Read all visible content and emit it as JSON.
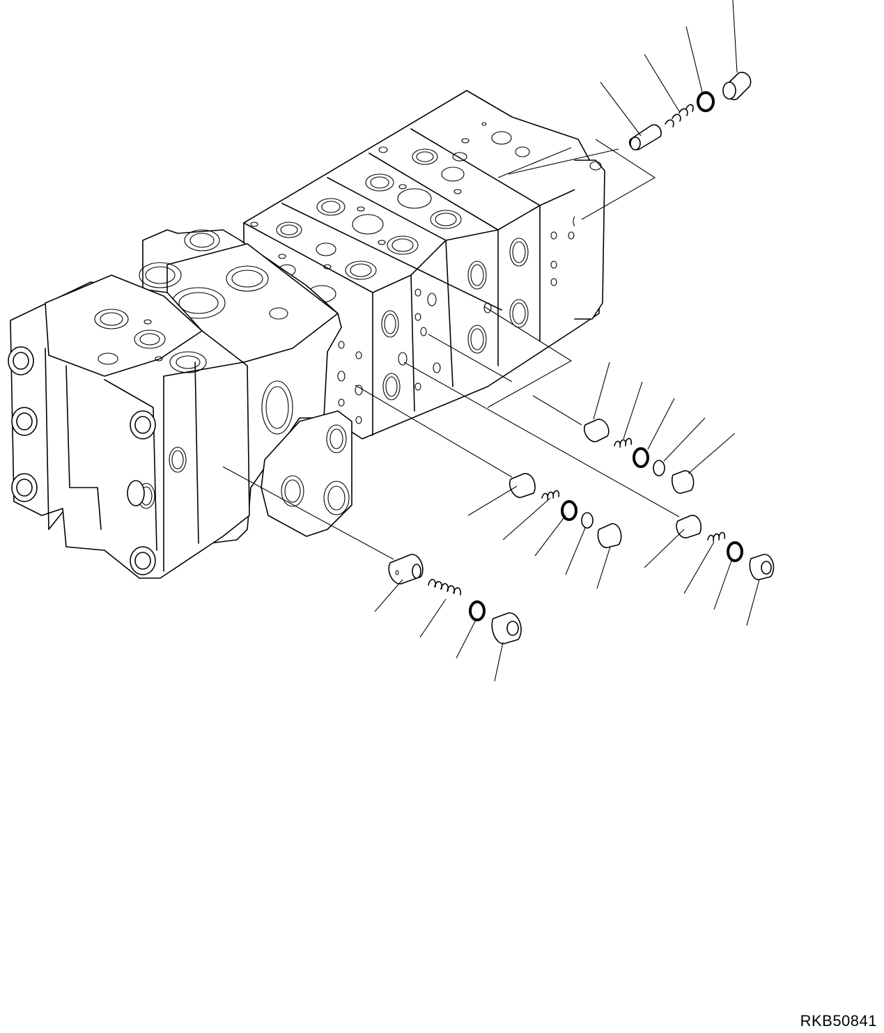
{
  "drawing": {
    "code": "RKB50841",
    "part_groups": [
      {
        "name": "group-top-right",
        "parts": [
          "plug",
          "o-ring",
          "spring",
          "valve"
        ]
      },
      {
        "name": "group-middle-right",
        "parts": [
          "valve",
          "spring",
          "o-ring",
          "backup-ring",
          "plug"
        ]
      },
      {
        "name": "group-center",
        "parts": [
          "valve",
          "spring",
          "o-ring",
          "backup-ring",
          "plug"
        ]
      },
      {
        "name": "group-lower-right",
        "parts": [
          "valve",
          "spring",
          "o-ring",
          "plug"
        ]
      },
      {
        "name": "group-bottom-left",
        "parts": [
          "valve",
          "spring",
          "o-ring",
          "plug"
        ]
      }
    ]
  }
}
